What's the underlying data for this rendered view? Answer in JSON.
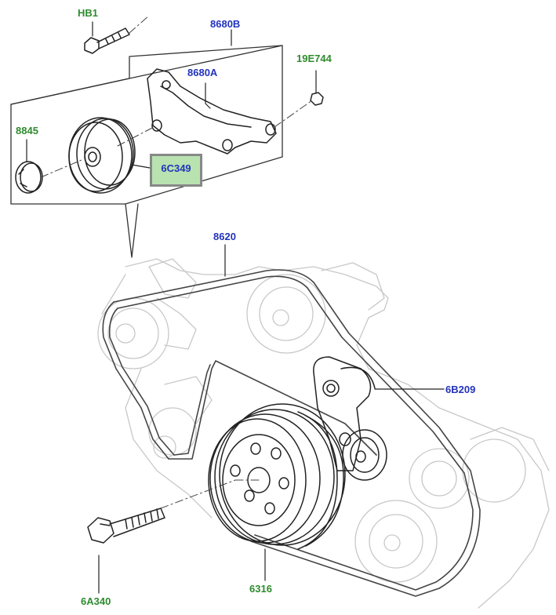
{
  "labels": {
    "hb1": "HB1",
    "p8680b": "8680B",
    "p19e744": "19E744",
    "p8680a": "8680A",
    "p8845": "8845",
    "p6c349": "6C349",
    "p8620": "8620",
    "p6b209": "6B209",
    "p6a340": "6A340",
    "p6316": "6316"
  },
  "colors": {
    "green_label": "#2e8b2e",
    "blue_label": "#2233bb",
    "highlight_fill": "#b8e3b0",
    "highlight_border": "#888888"
  }
}
